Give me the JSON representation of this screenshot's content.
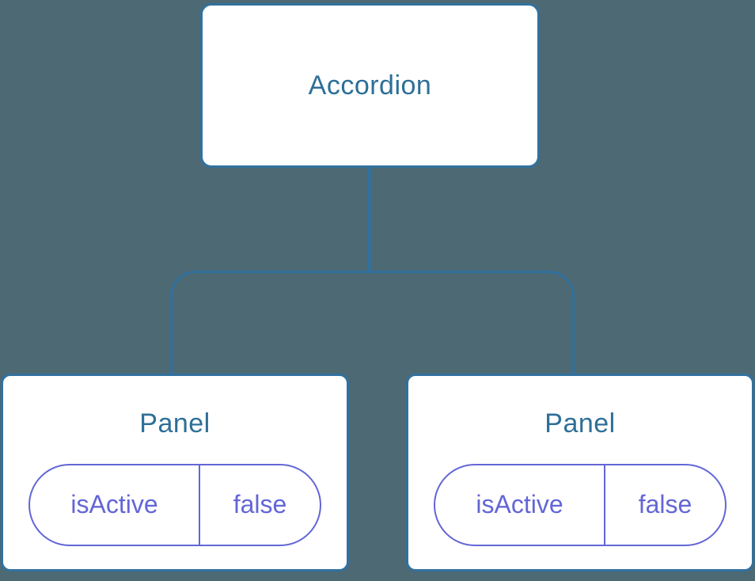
{
  "diagram": {
    "colors": {
      "background": "#4d6973",
      "line": "#31719f",
      "node_title": "#2d6f97",
      "state": "#6366d6",
      "card": "#ffffff"
    },
    "root": {
      "label": "Accordion"
    },
    "children": [
      {
        "label": "Panel",
        "state": {
          "key": "isActive",
          "value": "false"
        }
      },
      {
        "label": "Panel",
        "state": {
          "key": "isActive",
          "value": "false"
        }
      }
    ]
  }
}
